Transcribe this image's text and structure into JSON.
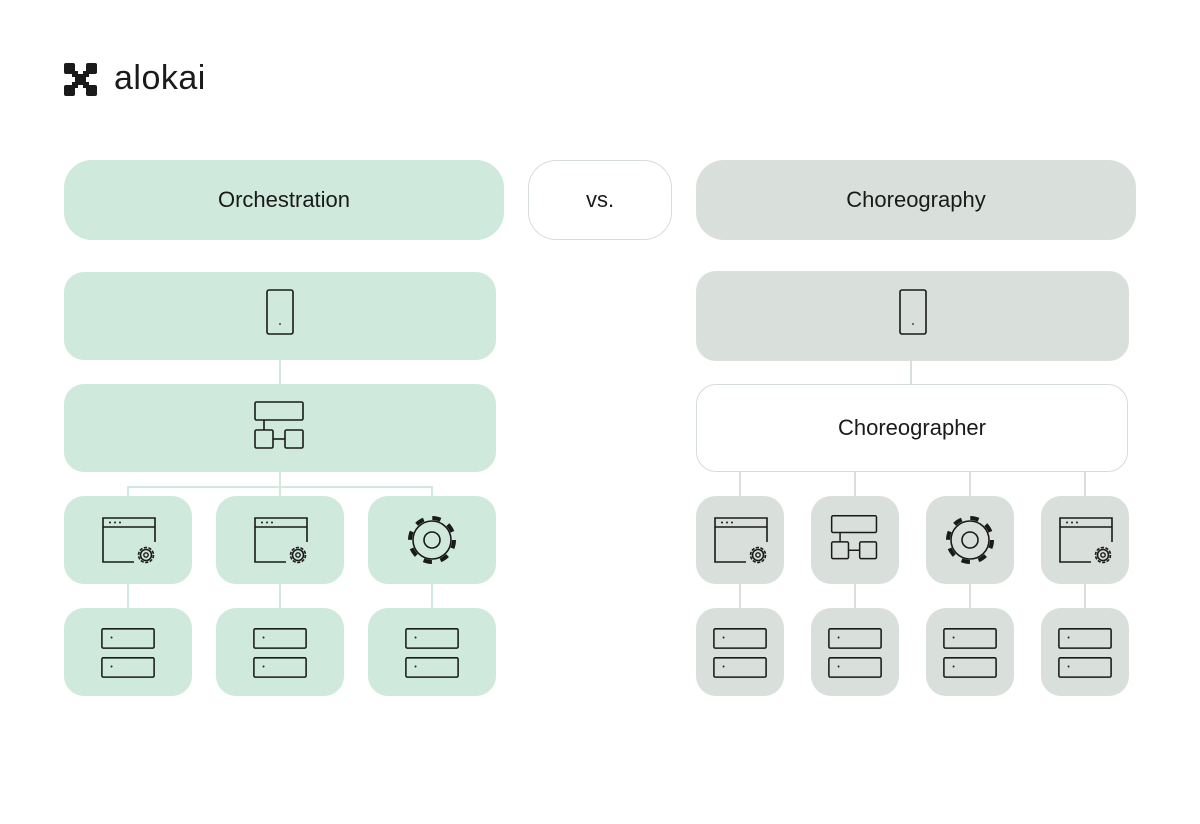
{
  "brand": {
    "name": "alokai",
    "logo_icon": "alokai-logo-icon"
  },
  "header": {
    "left_label": "Orchestration",
    "middle_label": "vs.",
    "right_label": "Choreography"
  },
  "colors": {
    "orchestration": "#cfe9dc",
    "choreography": "#d9dfdb",
    "stroke": "#1a1a1a"
  },
  "orchestration": {
    "client_icon": "phone-icon",
    "orchestrator_icon": "workflow-icon",
    "services": [
      "app-settings-icon",
      "app-settings-icon",
      "gear-icon"
    ],
    "databases": [
      "database-icon",
      "database-icon",
      "database-icon"
    ]
  },
  "choreography": {
    "client_icon": "phone-icon",
    "choreographer_label": "Choreographer",
    "services": [
      "app-settings-icon",
      "workflow-icon",
      "gear-icon",
      "app-settings-icon"
    ],
    "databases": [
      "database-icon",
      "database-icon",
      "database-icon",
      "database-icon"
    ]
  }
}
